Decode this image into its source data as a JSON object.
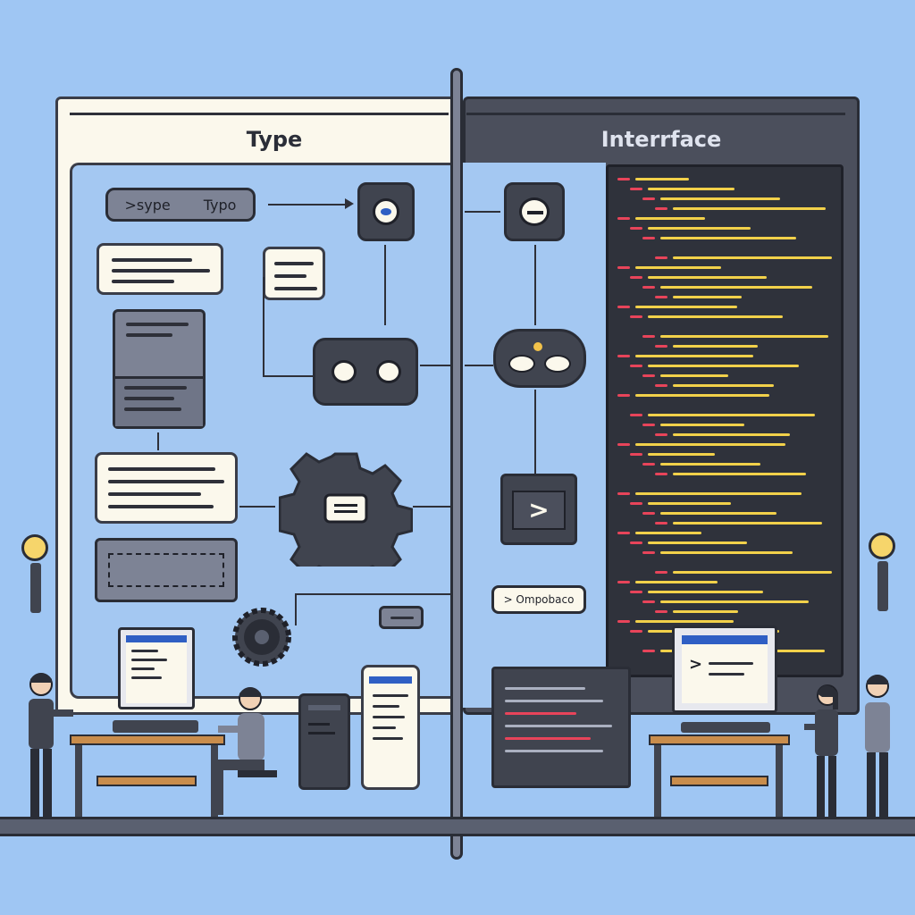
{
  "left_panel": {
    "title": "Type",
    "pill": {
      "left": ">sype",
      "right": "Typo"
    }
  },
  "right_panel": {
    "title": "Interrface",
    "tag_label": "> Ompobaco"
  },
  "palette": {
    "sky": "#9fc6f3",
    "dark": "#40444f",
    "paper": "#fbf8ec",
    "code_yellow": "#f2d14a",
    "code_red": "#e8445a",
    "screen_blue": "#2f5fc4"
  }
}
